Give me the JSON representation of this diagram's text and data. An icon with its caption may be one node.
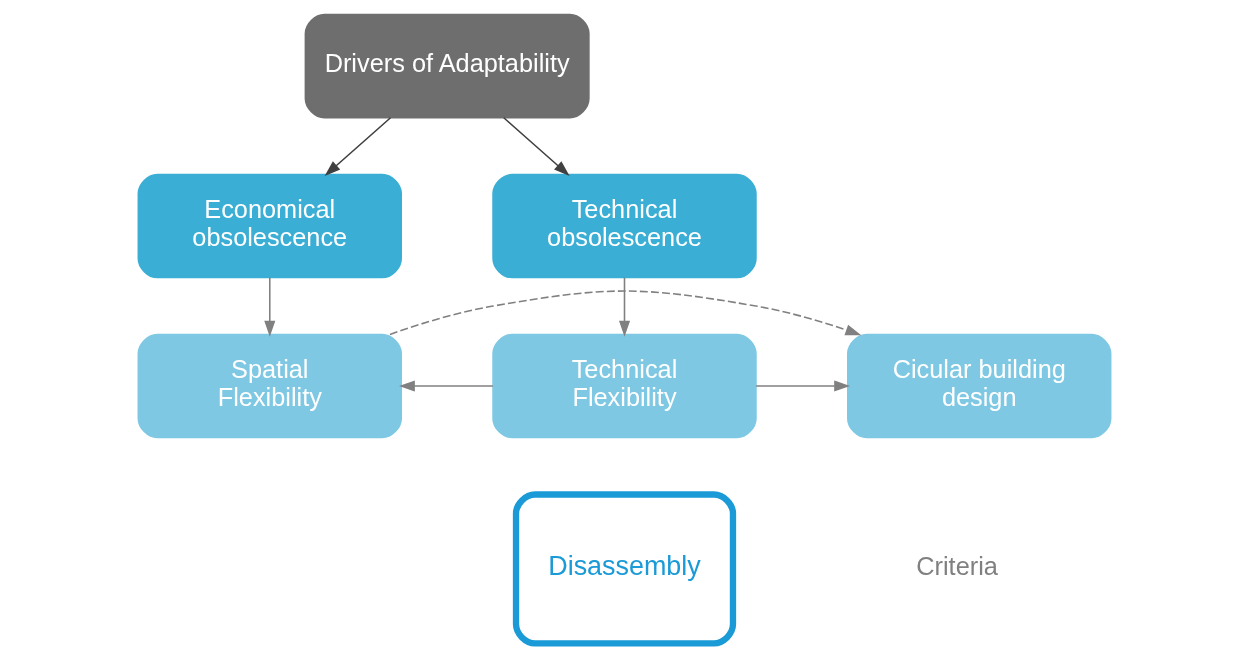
{
  "diagram": {
    "nodes": [
      {
        "text": [
          "Drivers of Adaptability"
        ]
      },
      {
        "text": [
          "Economical obsolescence"
        ]
      },
      {
        "text": [
          "Technical obsolescence"
        ]
      },
      {
        "text": [
          "Spatial Flexibility"
        ]
      },
      {
        "text": [
          "Technical Flexibility"
        ]
      },
      {
        "text": [
          "Cicular building design"
        ]
      },
      {
        "text": [
          "Disassembly"
        ]
      }
    ],
    "edges": [
      {
        "from": 0,
        "to": 1,
        "arrow": "to",
        "color": "#404040"
      },
      {
        "from": 0,
        "to": 2,
        "arrow": "to",
        "color": "#404040"
      },
      {
        "from": 1,
        "to": 3,
        "arrow": "to"
      },
      {
        "from": 2,
        "to": 4,
        "arrow": "to"
      },
      {
        "from": 4,
        "to": 3,
        "arrow": "to"
      },
      {
        "from": 4,
        "to": 5,
        "arrow": "to"
      },
      {
        "from": 3,
        "to": 5,
        "arrow": "to",
        "style": "dashed"
      }
    ],
    "labels": [
      "Criteria"
    ]
  }
}
